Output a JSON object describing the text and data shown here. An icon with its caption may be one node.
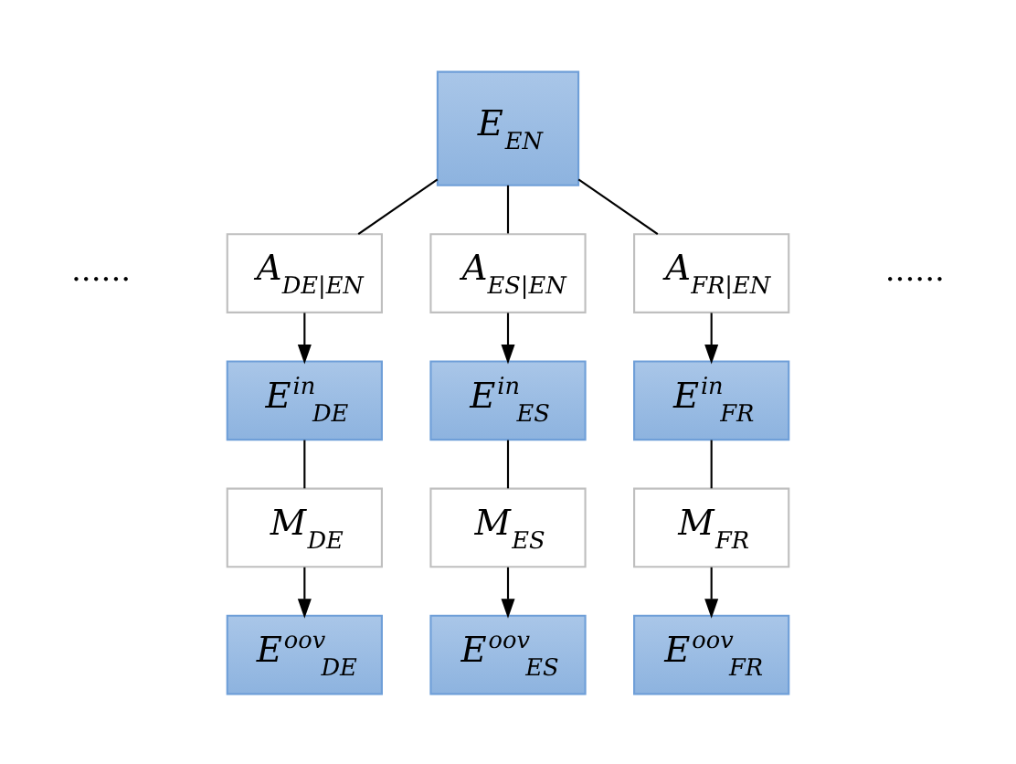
{
  "diagram": {
    "nodes": [
      {
        "text": [
          "E$_{EN}$"
        ]
      },
      {
        "text": [
          "A$_{DE|EN}$"
        ]
      },
      {
        "text": [
          "A$_{ES|EN}$"
        ]
      },
      {
        "text": [
          "A$_{FR|EN}$"
        ]
      },
      {
        "text": [
          "E$^{in}$$_{DE}$"
        ]
      },
      {
        "text": [
          "E$^{in}$$_{ES}$"
        ]
      },
      {
        "text": [
          "E$^{in}$$_{FR}$"
        ]
      },
      {
        "text": [
          "M$_{DE}$"
        ]
      },
      {
        "text": [
          "M$_{ES}$"
        ]
      },
      {
        "text": [
          "M$_{FR}$"
        ]
      },
      {
        "text": [
          "E$^{oov}$$_{DE}$"
        ]
      },
      {
        "text": [
          "E$^{oov}$$_{ES}$"
        ]
      },
      {
        "text": [
          "E$^{oov}$$_{FR}$"
        ]
      }
    ],
    "edges": [
      {
        "from": 0,
        "to": 1,
        "arrow": "none"
      },
      {
        "from": 0,
        "to": 2,
        "arrow": "none"
      },
      {
        "from": 0,
        "to": 3,
        "arrow": "none"
      },
      {
        "from": 1,
        "to": 4,
        "arrow": "to"
      },
      {
        "from": 2,
        "to": 5,
        "arrow": "to"
      },
      {
        "from": 3,
        "to": 6,
        "arrow": "to"
      },
      {
        "from": 4,
        "to": 7,
        "arrow": "none"
      },
      {
        "from": 5,
        "to": 8,
        "arrow": "none"
      },
      {
        "from": 6,
        "to": 9,
        "arrow": "none"
      },
      {
        "from": 7,
        "to": 10,
        "arrow": "to"
      },
      {
        "from": 8,
        "to": 11,
        "arrow": "to"
      },
      {
        "from": 9,
        "to": 12,
        "arrow": "to"
      }
    ],
    "labels": [
      "......",
      "......"
    ]
  }
}
